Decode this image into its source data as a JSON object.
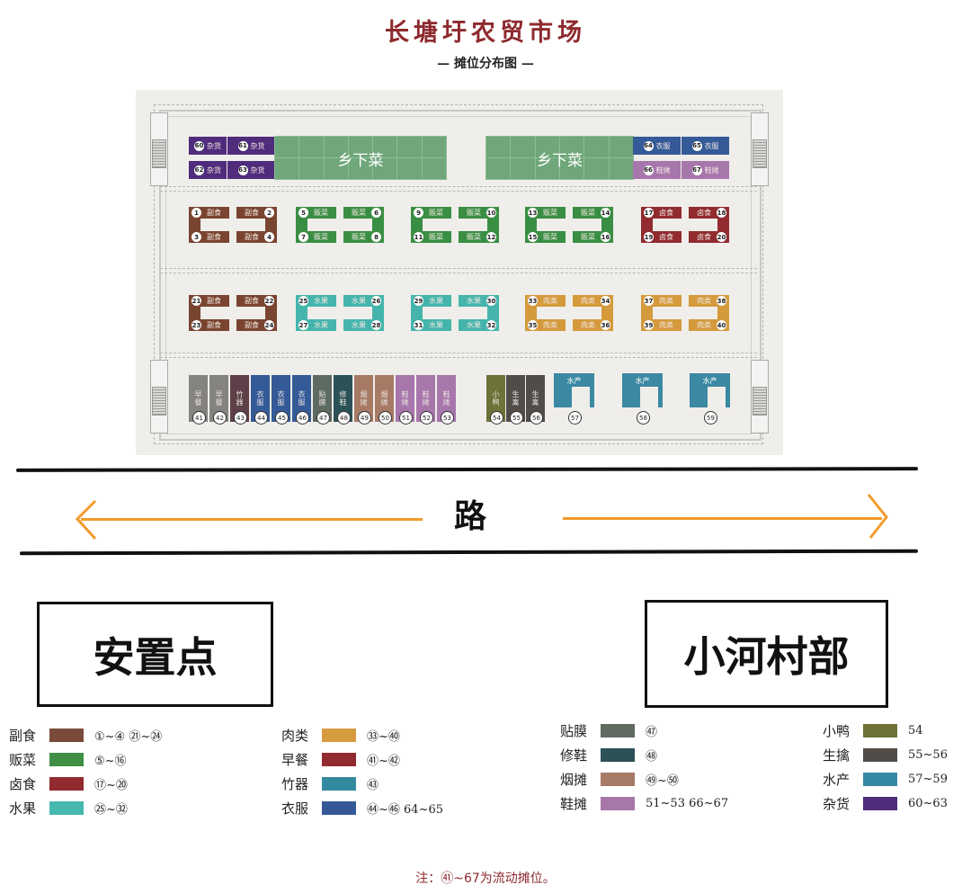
{
  "header": {
    "title": "长塘圩农贸市场",
    "subtitle": "— 摊位分布图 —"
  },
  "map": {
    "top_row": {
      "misc_stalls": [
        {
          "num": "60",
          "label": "杂货"
        },
        {
          "num": "61",
          "label": "杂货"
        },
        {
          "num": "62",
          "label": "杂货"
        },
        {
          "num": "63",
          "label": "杂货"
        }
      ],
      "rural_veg_left": "乡下菜",
      "rural_veg_right": "乡下菜",
      "clothing_stalls": [
        {
          "num": "64",
          "label": "衣服"
        },
        {
          "num": "65",
          "label": "衣服"
        }
      ],
      "shoe_stalls": [
        {
          "num": "66",
          "label": "鞋摊"
        },
        {
          "num": "67",
          "label": "鞋摊"
        }
      ]
    },
    "row1_blocks": [
      {
        "label": "副食",
        "nums": [
          "1",
          "2",
          "3",
          "4"
        ],
        "color": "#7a4530"
      },
      {
        "label": "贩菜",
        "nums": [
          "5",
          "6",
          "7",
          "8"
        ],
        "color": "#3a8e43"
      },
      {
        "label": "贩菜",
        "nums": [
          "9",
          "10",
          "11",
          "12"
        ],
        "color": "#3a8e43"
      },
      {
        "label": "贩菜",
        "nums": [
          "13",
          "14",
          "15",
          "16"
        ],
        "color": "#3a8e43"
      },
      {
        "label": "卤食",
        "nums": [
          "17",
          "18",
          "19",
          "20"
        ],
        "color": "#912b2f"
      }
    ],
    "row2_blocks": [
      {
        "label": "副食",
        "nums": [
          "21",
          "22",
          "23",
          "24"
        ],
        "color": "#7a4530"
      },
      {
        "label": "水果",
        "nums": [
          "25",
          "26",
          "27",
          "28"
        ],
        "color": "#45b5ac"
      },
      {
        "label": "水果",
        "nums": [
          "29",
          "30",
          "31",
          "32"
        ],
        "color": "#45b5ac"
      },
      {
        "label": "肉类",
        "nums": [
          "33",
          "34",
          "35",
          "36"
        ],
        "color": "#d49a3c"
      },
      {
        "label": "肉类",
        "nums": [
          "37",
          "38",
          "39",
          "40"
        ],
        "color": "#d49a3c"
      }
    ],
    "bottom_row_left": [
      {
        "num": "41",
        "label": "早餐",
        "color": "#85837f"
      },
      {
        "num": "42",
        "label": "早餐",
        "color": "#85837f"
      },
      {
        "num": "43",
        "label": "竹器",
        "color": "#5f3f48"
      },
      {
        "num": "44",
        "label": "衣服",
        "color": "#345a98"
      },
      {
        "num": "45",
        "label": "衣服",
        "color": "#345a98"
      },
      {
        "num": "46",
        "label": "衣服",
        "color": "#345a98"
      },
      {
        "num": "47",
        "label": "贴膜",
        "color": "#5e6b61"
      },
      {
        "num": "48",
        "label": "修鞋",
        "color": "#2b5257"
      },
      {
        "num": "49",
        "label": "烟摊",
        "color": "#a77a65"
      },
      {
        "num": "50",
        "label": "烟摊",
        "color": "#a77a65"
      },
      {
        "num": "51",
        "label": "鞋摊",
        "color": "#a776ab"
      },
      {
        "num": "52",
        "label": "鞋摊",
        "color": "#a776ab"
      },
      {
        "num": "53",
        "label": "鞋摊",
        "color": "#a776ab"
      }
    ],
    "bottom_row_right": [
      {
        "num": "54",
        "label": "小鸭",
        "color": "#6e7238"
      },
      {
        "num": "55",
        "label": "生禽",
        "color": "#514c48"
      },
      {
        "num": "56",
        "label": "生禽",
        "color": "#514c48"
      }
    ],
    "aquatic": [
      {
        "num": "57",
        "label": "水产"
      },
      {
        "num": "58",
        "label": "水产"
      },
      {
        "num": "59",
        "label": "水产"
      }
    ]
  },
  "road": {
    "label": "路"
  },
  "places": {
    "left": "安置点",
    "right": "小河村部"
  },
  "legend": [
    {
      "name": "副食",
      "color": "#7a4a3a",
      "range": "①~④  ㉑~㉔"
    },
    {
      "name": "贩菜",
      "color": "#3f8f45",
      "range": "⑤~⑯"
    },
    {
      "name": "卤食",
      "color": "#922b2f",
      "range": "⑰~⑳"
    },
    {
      "name": "水果",
      "color": "#46b8ae",
      "range": "㉕~㉜"
    },
    {
      "name": "肉类",
      "color": "#d69a3f",
      "range": "㉝~㊵"
    },
    {
      "name": "早餐",
      "color": "#922b2f",
      "range": "㊶~㊷"
    },
    {
      "name": "竹器",
      "color": "#338a9e",
      "range": "㊸"
    },
    {
      "name": "衣服",
      "color": "#355998",
      "range": "㊹~㊻  64~65"
    },
    {
      "name": "贴膜",
      "color": "#5f6a60",
      "range": "㊼"
    },
    {
      "name": "修鞋",
      "color": "#2c5157",
      "range": "㊽"
    },
    {
      "name": "烟摊",
      "color": "#a77a66",
      "range": "㊾~㊿"
    },
    {
      "name": "鞋摊",
      "color": "#a877aa",
      "range": "51~53  66~67"
    },
    {
      "name": "小鸭",
      "color": "#6e7238",
      "range": "54"
    },
    {
      "name": "生擒",
      "color": "#514c48",
      "range": "55~56"
    },
    {
      "name": "水产",
      "color": "#3689a3",
      "range": "57~59"
    },
    {
      "name": "杂货",
      "color": "#4f2c7c",
      "range": "60~63"
    }
  ],
  "note": "注：㊶~67为流动摊位。"
}
